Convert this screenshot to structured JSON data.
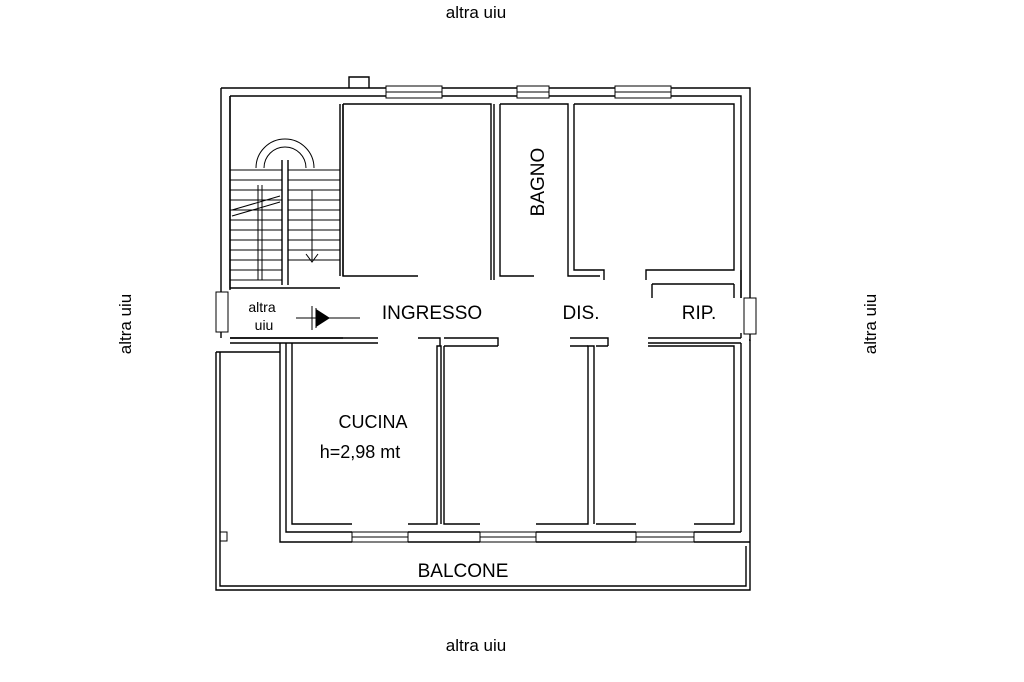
{
  "plan": {
    "surroundings": {
      "top": "altra uiu",
      "bottom": "altra uiu",
      "left": "altra uiu",
      "right": "altra uiu"
    },
    "stair_note": {
      "line1": "altra",
      "line2": "uiu"
    },
    "rooms": {
      "ingresso": "INGRESSO",
      "dis": "DIS.",
      "rip": "RIP.",
      "bagno": "BAGNO",
      "cucina": "CUCINA",
      "cucina_height": "h=2,98 mt",
      "balcone": "BALCONE"
    }
  }
}
